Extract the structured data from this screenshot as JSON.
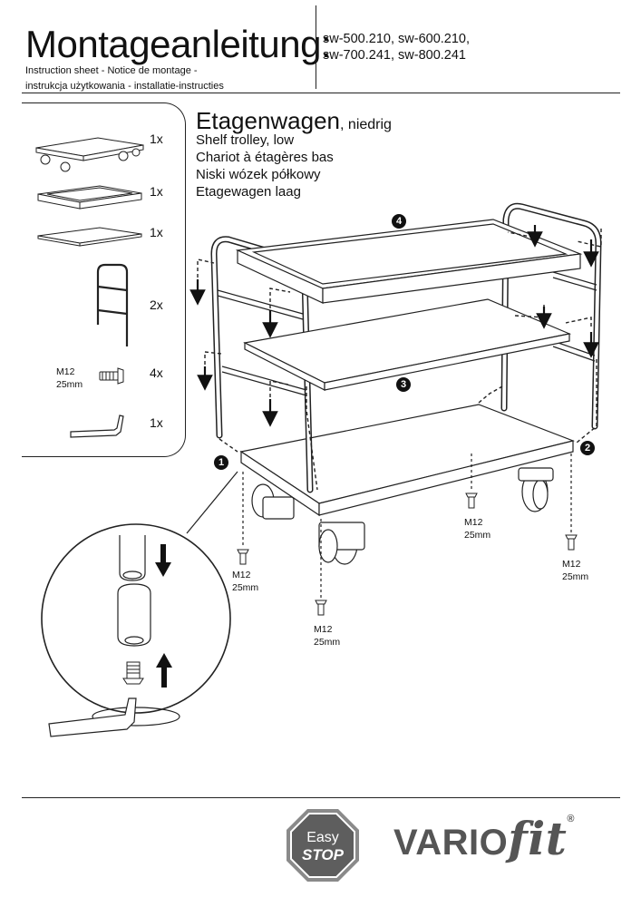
{
  "header": {
    "title": "Montageanleitung:",
    "models_line1": "sw-500.210, sw-600.210,",
    "models_line2": "sw-700.241, sw-800.241",
    "subtitle_line1": "Instruction sheet - Notice de montage  -",
    "subtitle_line2": "instrukcja użytkowania - installatie-instructies"
  },
  "product": {
    "name": "Etagenwagen",
    "name_suffix": ", niedrig",
    "translations": [
      "Shelf trolley, low",
      "Chariot à étagères bas",
      "Niski wózek półkowy",
      "Etagewagen laag"
    ]
  },
  "parts": [
    {
      "qty": "1x",
      "icon": "base-frame-with-castors-icon"
    },
    {
      "qty": "1x",
      "icon": "shelf-tray-icon"
    },
    {
      "qty": "1x",
      "icon": "shelf-board-icon"
    },
    {
      "qty": "2x",
      "icon": "side-frame-icon"
    },
    {
      "qty": "4x",
      "icon": "screw-icon",
      "label_line1": "M12",
      "label_line2": "25mm"
    },
    {
      "qty": "1x",
      "icon": "hex-key-icon"
    }
  ],
  "steps": [
    "1",
    "2",
    "3",
    "4"
  ],
  "screw_labels": {
    "line1": "M12",
    "line2": "25mm"
  },
  "brand": {
    "easy_line1": "Easy",
    "easy_line2": "STOP",
    "vario": "VARIO",
    "fit": "fit",
    "reg": "®"
  },
  "colors": {
    "line": "#222222",
    "logo_gray": "#555555",
    "logo_bg": "#6b6b6b"
  }
}
